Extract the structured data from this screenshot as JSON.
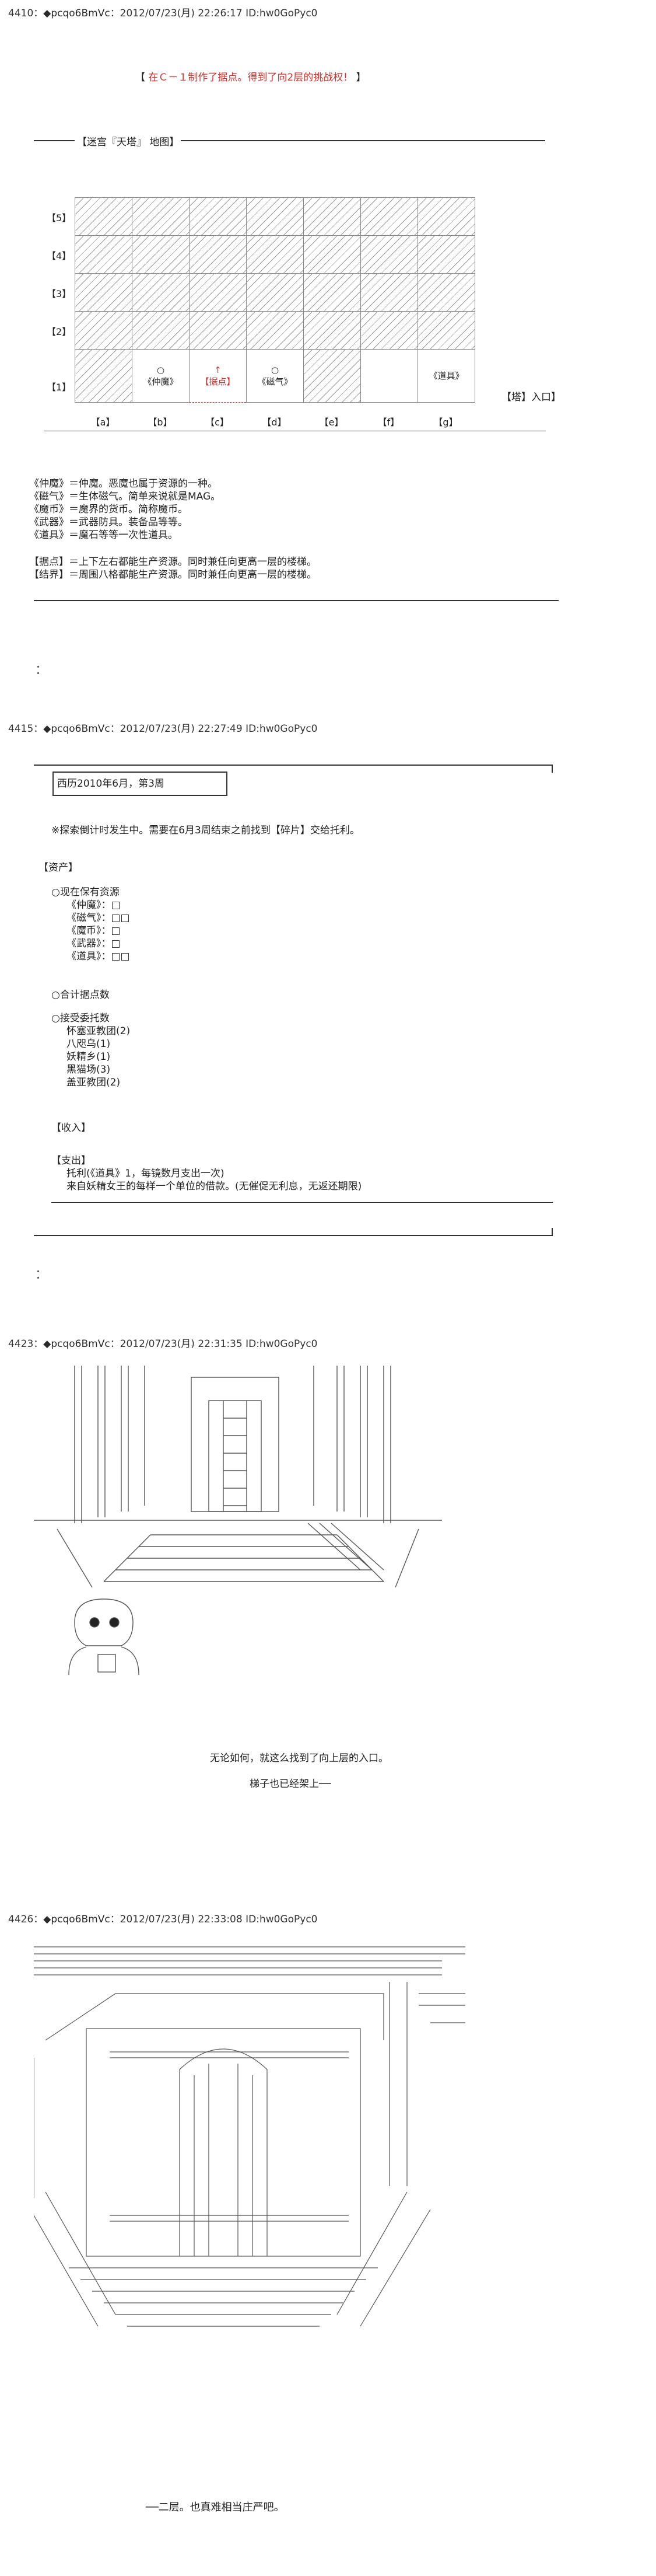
{
  "posts": [
    {
      "header": {
        "number": "4410",
        "separator": "：",
        "name": "◆pcqo6BmVc",
        "date": "：2012/07/23(月) 22:26:17",
        "id": "ID:hw0GoPyc0"
      },
      "announcement": {
        "open": "【",
        "text": "在Ｃ－１制作了据点。得到了向2层的挑战权！",
        "close": "】"
      },
      "map_title": "【迷宫『天塔』 地图】",
      "map": {
        "row_labels": [
          "【5】",
          "【4】",
          "【3】",
          "【2】",
          "【1】"
        ],
        "col_labels": [
          "【a】",
          "【b】",
          "【c】",
          "【d】",
          "【e】",
          "【f】",
          "【g】"
        ],
        "row1_cells": [
          "",
          "○\n《仲魔》",
          "↑\n【据点】",
          "○\n《磁气》",
          "",
          "",
          "《道具》"
        ],
        "entrance": "【塔】入口】"
      },
      "legend": [
        "《仲魔》＝仲魔。恶魔也属于资源的一种。",
        "《磁气》＝生体磁气。简单来说就是MAG。",
        "《魔币》＝魔界的货币。简称魔币。",
        "《武器》＝武器防具。装备品等等。",
        "《道具》＝魔石等等一次性道具。"
      ],
      "legend2": [
        "【据点】＝上下左右都能生产资源。同时兼任向更高一层的楼梯。",
        "【结界】＝周围八格都能生产资源。同时兼任向更高一层的楼梯。"
      ],
      "ellipsis": "："
    },
    {
      "header": {
        "number": "4415",
        "separator": "：",
        "name": "◆pcqo6BmVc",
        "date": "：2012/07/23(月) 22:27:49",
        "id": "ID:hw0GoPyc0"
      },
      "calendar": "西历2010年6月，第3周",
      "notice": "※探索倒计时发生中。需要在6月3周结束之前找到【碎片】交给托利。",
      "assets_title": "【资产】",
      "assets": [
        "○现在保有资源",
        "《仲魔》：□",
        "《磁气》：□□",
        "《魔币》：□",
        "《武器》：□",
        "《道具》：□□"
      ],
      "points_title": "○合计据点数",
      "requests_title": "○接受委托数",
      "requests": [
        "怀塞亚教团(2)",
        "八咫乌(1)",
        "妖精乡(1)",
        "黑猫场(3)",
        "盖亚教团(2)"
      ],
      "income_title": "【收入】",
      "expense_title": "【支出】",
      "expense_lines": [
        "托利(《道具》1，每镜数月支出一次)",
        "来自妖精女王的每样一个单位的借款。(无催促无利息，无返还期限)"
      ]
    },
    {
      "header": {
        "number": "4423",
        "separator": "：",
        "name": "◆pcqo6BmVc",
        "date": "：2012/07/23(月) 22:31:35",
        "id": "ID:hw0GoPyc0"
      },
      "lines": [
        "无论如何，就这么找到了向上层的入口。",
        "梯子也已经架上──"
      ]
    },
    {
      "header": {
        "number": "4426",
        "separator": "：",
        "name": "◆pcqo6BmVc",
        "date": "：2012/07/23(月) 22:33:08",
        "id": "ID:hw0GoPyc0"
      },
      "closing": "──二层。也真难相当庄严吧。"
    }
  ]
}
